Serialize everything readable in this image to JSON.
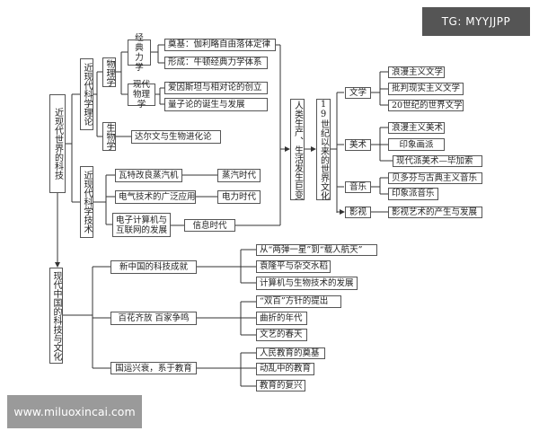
{
  "root": {
    "label": "近现代世界的科技"
  },
  "theory": {
    "label": "近现代科学理论",
    "physics": {
      "label": "物理学",
      "classical": {
        "label": "经典力学",
        "items": [
          "奠基：伽利略自由落体定律",
          "形成：牛顿经典力学体系"
        ]
      },
      "modern": {
        "label": "现代物理学",
        "items": [
          "爱因斯坦与相对论的创立",
          "量子论的诞生与发展"
        ]
      }
    },
    "biology": {
      "label": "生物学",
      "items": [
        "达尔文与生物进化论"
      ]
    }
  },
  "technology": {
    "label": "近现代科学技术",
    "items": [
      {
        "label": "瓦特改良蒸汽机",
        "era": "蒸汽时代"
      },
      {
        "label": "电气技术的广泛应用",
        "era": "电力时代"
      },
      {
        "label": "电子计算机与互联网的发展",
        "era": "信息时代"
      }
    ]
  },
  "change": {
    "label": "人类生产、生活发生巨变"
  },
  "culture": {
    "label": "19世纪以来的世界文化",
    "groups": [
      {
        "label": "文学",
        "items": [
          "浪漫主义文学",
          "批判现实主义文学",
          "20世纪的世界文学"
        ]
      },
      {
        "label": "美术",
        "items": [
          "浪漫主义美术",
          "印象画派",
          "现代派美术—毕加索"
        ]
      },
      {
        "label": "音乐",
        "items": [
          "贝多芬与古典主义音乐",
          "印象派音乐"
        ]
      },
      {
        "label": "影视",
        "items": [
          "影视艺术的产生与发展"
        ]
      }
    ]
  },
  "china": {
    "label": "现代中国的科技与文化",
    "groups": [
      {
        "label": "新中国的科技成就",
        "items": [
          "从“两弹一星”到“载人航天”",
          "袁隆平与杂交水稻",
          "计算机与生物技术的发展"
        ]
      },
      {
        "label": "百花齐放 百家争鸣",
        "items": [
          "“双百”方针的提出",
          "曲折的年代",
          "文艺的春天"
        ]
      },
      {
        "label": "国运兴衰，系于教育",
        "items": [
          "人民教育的奠基",
          "动乱中的教育",
          "教育的复兴"
        ]
      }
    ]
  },
  "watermarks": {
    "top": "TG: MYYJJPP",
    "bottom": "www.miluoxincai.com"
  }
}
